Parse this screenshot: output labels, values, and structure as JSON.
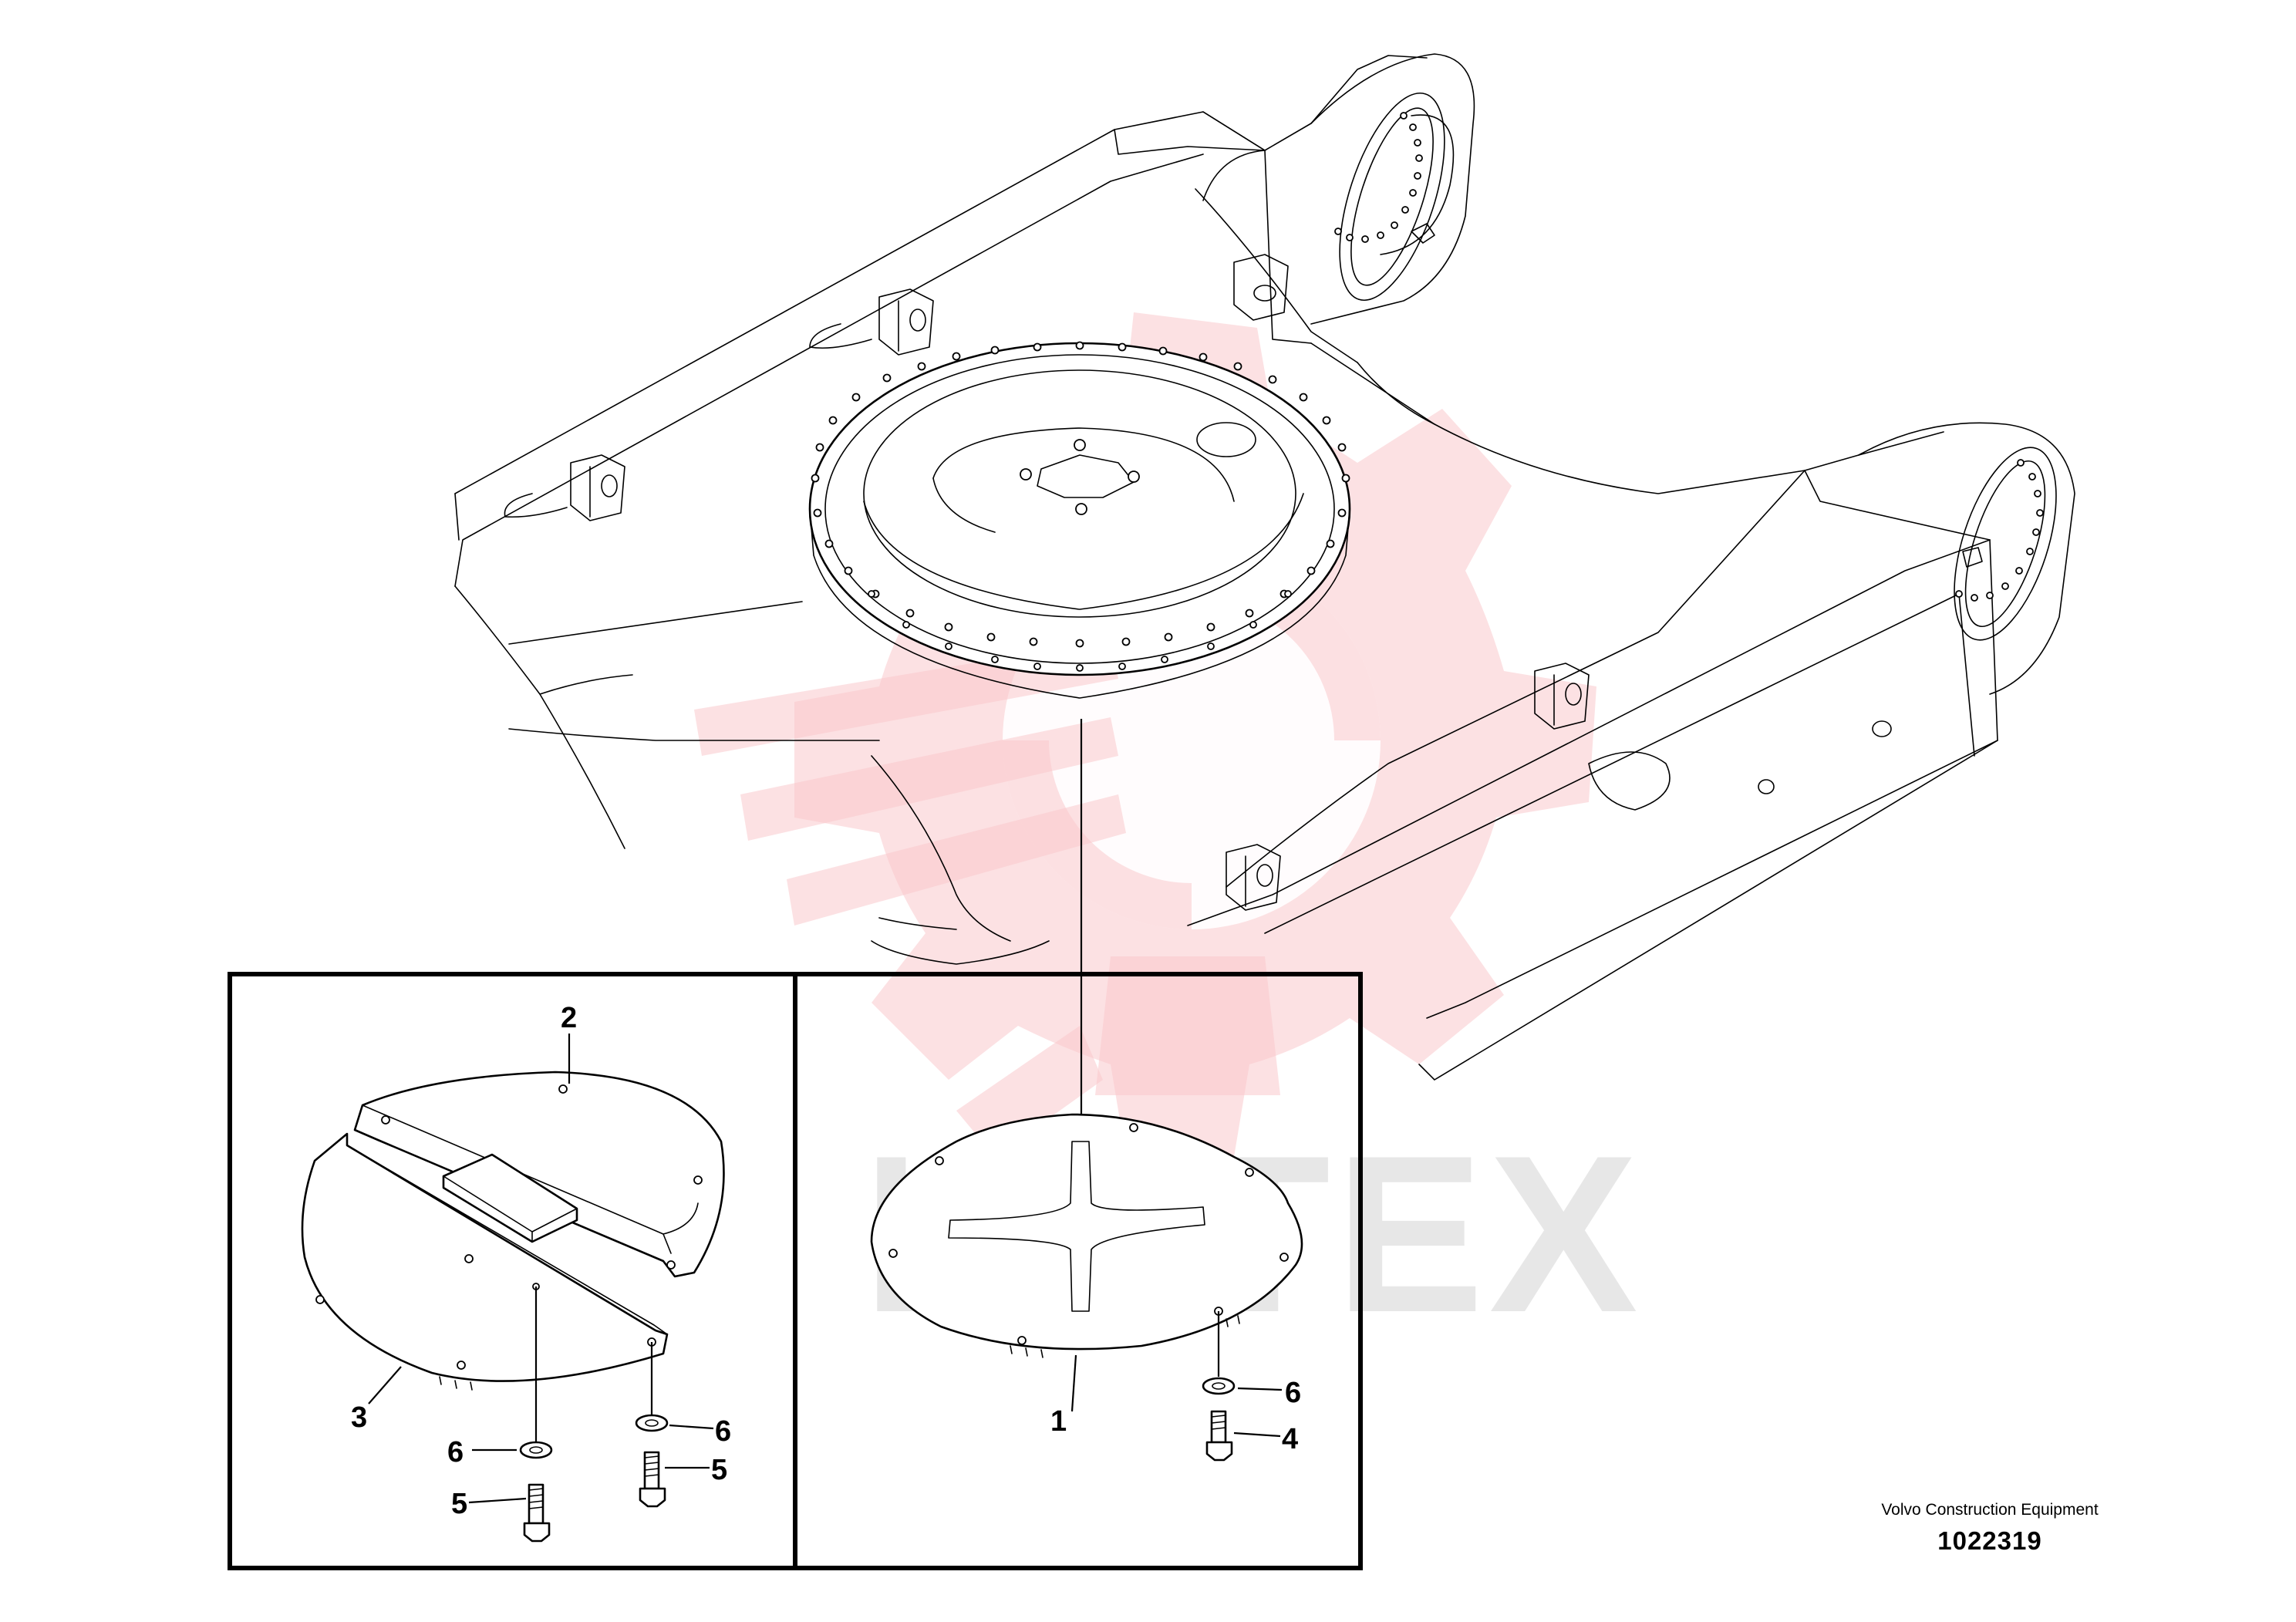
{
  "diagram": {
    "callouts": {
      "pan_left_upper": "2",
      "pan_left_lower": "3",
      "pan_right": "1",
      "washer_left_a": "6",
      "washer_left_b": "6",
      "washer_right": "6",
      "bolt_left_a": "5",
      "bolt_left_b": "5",
      "bolt_right": "4"
    }
  },
  "watermark": {
    "text": "ИНТЕХ",
    "color": "#f9c9cc"
  },
  "doc": {
    "company": "Volvo Construction Equipment",
    "number": "1022319"
  }
}
